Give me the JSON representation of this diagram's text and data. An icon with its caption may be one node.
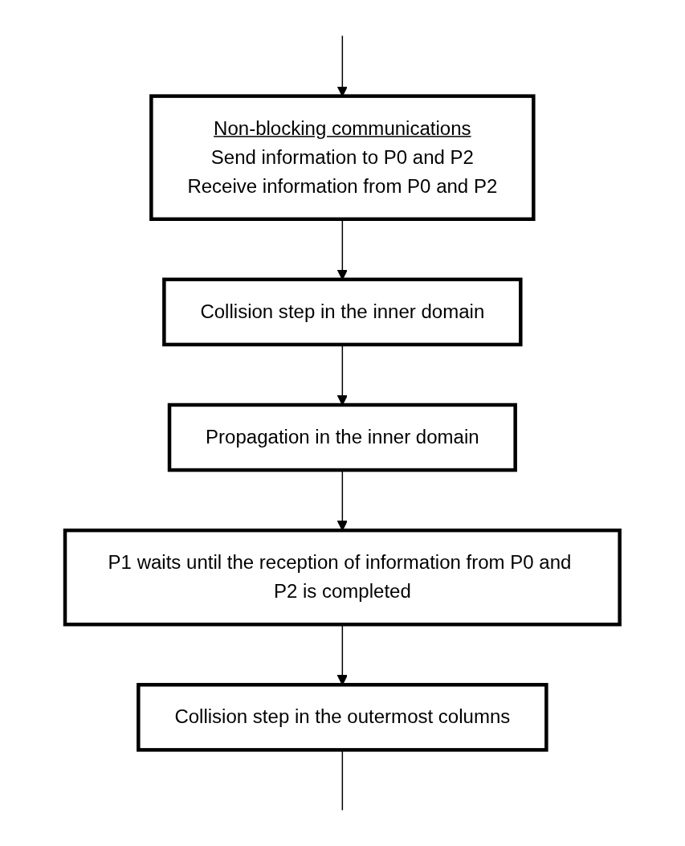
{
  "diagram": {
    "nodes": [
      {
        "text": [
          "Non-blocking communications",
          "Send information to P0 and P2",
          "Receive information from P0 and P2"
        ]
      },
      {
        "text": [
          "Collision step in the inner domain"
        ]
      },
      {
        "text": [
          "Propagation in the inner domain"
        ]
      },
      {
        "text": [
          "P1 waits until the reception of information from P0 and P2 is completed"
        ]
      },
      {
        "text": [
          "Collision step in the outermost columns"
        ]
      }
    ],
    "edges": [
      {
        "from": null,
        "to": 0,
        "arrow": "to"
      },
      {
        "from": 0,
        "to": 1,
        "arrow": "to"
      },
      {
        "from": 1,
        "to": 2,
        "arrow": "to"
      },
      {
        "from": 2,
        "to": 3,
        "arrow": "to"
      },
      {
        "from": 3,
        "to": 4,
        "arrow": "to"
      },
      {
        "from": 4,
        "to": null,
        "arrow": "none"
      }
    ]
  }
}
